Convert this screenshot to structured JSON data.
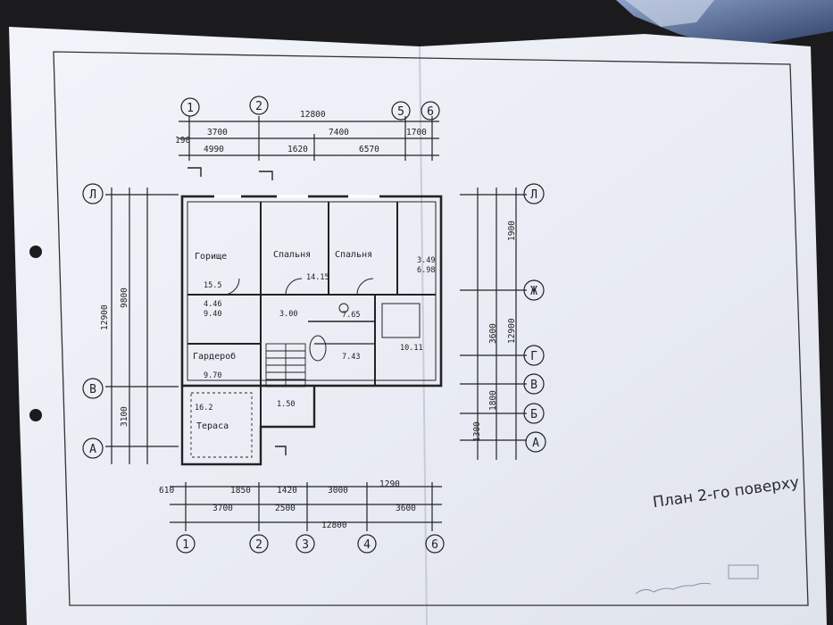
{
  "image": {
    "subject": "photo of a printed second-floor architectural plan on a dark table",
    "title_text": "План 2-го поверху",
    "rooms": [
      "Горище",
      "Спальня",
      "Спальня",
      "Гардероб",
      "Тераса"
    ],
    "area_labels": [
      "15.5",
      "4.46",
      "9.40",
      "3.00",
      "7.65",
      "3.49",
      "6.98",
      "10.11",
      "7.43",
      "9.70",
      "16.2",
      "1.50",
      "14.15"
    ],
    "axis_letters_left": [
      "Л",
      "В",
      "А"
    ],
    "axis_letters_right": [
      "Л",
      "Ж",
      "Г",
      "В",
      "Б",
      "А"
    ],
    "axis_numbers_top": [
      "1",
      "2",
      "5",
      "6"
    ],
    "axis_numbers_bottom": [
      "1",
      "2",
      "3",
      "4",
      "6"
    ],
    "dims_top": [
      "12800",
      "3700",
      "7400",
      "190",
      "4990",
      "1620",
      "6570",
      "1700"
    ],
    "dims_bottom": [
      "610",
      "1850",
      "1420",
      "3000",
      "1290",
      "3700",
      "2500",
      "3600",
      "12800"
    ],
    "dims_left": [
      "12900",
      "9800",
      "3100"
    ],
    "dims_right": [
      "12900",
      "1900",
      "3600",
      "1800",
      "1300"
    ],
    "colors": {
      "background": "#1b1b1d",
      "paper": "#eef0f6",
      "ink": "#222222"
    }
  }
}
